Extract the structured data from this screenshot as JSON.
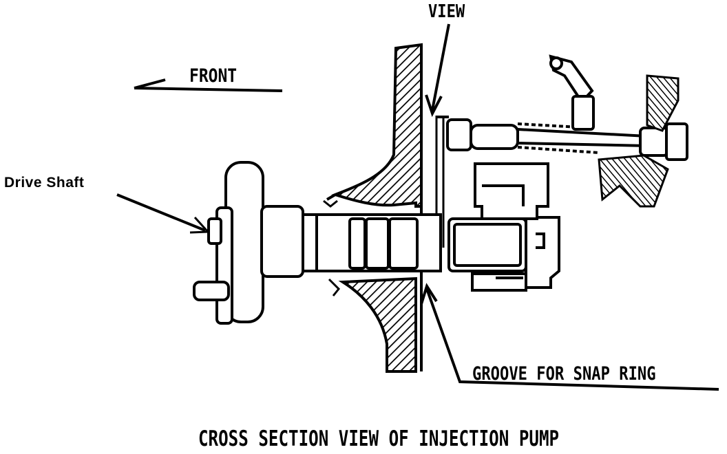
{
  "labels": {
    "view": "VIEW",
    "front": "FRONT",
    "drive_shaft": "Drive Shaft",
    "groove": "GROOVE FOR SNAP RING",
    "caption": "CROSS SECTION VIEW OF INJECTION PUMP"
  },
  "colors": {
    "ink": "#000000",
    "paper": "#ffffff"
  }
}
